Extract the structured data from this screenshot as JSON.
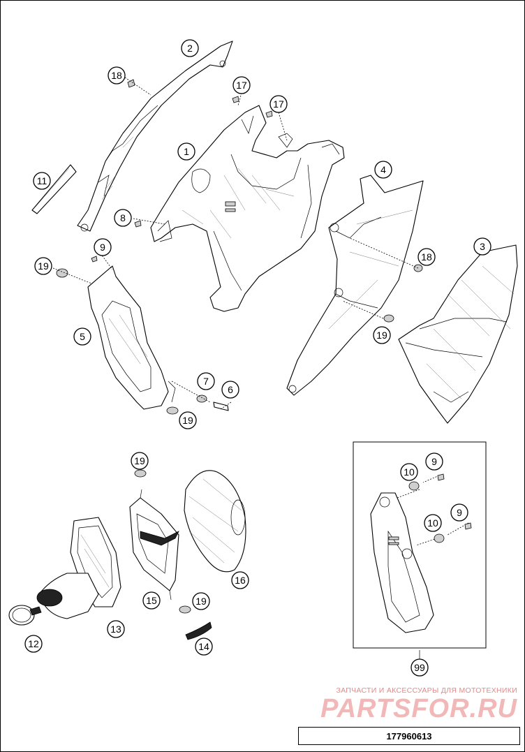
{
  "diagram": {
    "callouts": [
      {
        "id": "c2",
        "label": "2"
      },
      {
        "id": "c18a",
        "label": "18"
      },
      {
        "id": "c17a",
        "label": "17"
      },
      {
        "id": "c17b",
        "label": "17"
      },
      {
        "id": "c1",
        "label": "1"
      },
      {
        "id": "c4",
        "label": "4"
      },
      {
        "id": "c11",
        "label": "11"
      },
      {
        "id": "c8",
        "label": "8"
      },
      {
        "id": "c9a",
        "label": "9"
      },
      {
        "id": "c19a",
        "label": "19"
      },
      {
        "id": "c18b",
        "label": "18"
      },
      {
        "id": "c3",
        "label": "3"
      },
      {
        "id": "c19b",
        "label": "19"
      },
      {
        "id": "c5",
        "label": "5"
      },
      {
        "id": "c7",
        "label": "7"
      },
      {
        "id": "c6",
        "label": "6"
      },
      {
        "id": "c19c",
        "label": "19"
      },
      {
        "id": "c19d",
        "label": "19"
      },
      {
        "id": "c10a",
        "label": "10"
      },
      {
        "id": "c9b",
        "label": "9"
      },
      {
        "id": "c10b",
        "label": "10"
      },
      {
        "id": "c9c",
        "label": "9"
      },
      {
        "id": "c16",
        "label": "16"
      },
      {
        "id": "c15",
        "label": "15"
      },
      {
        "id": "c19e",
        "label": "19"
      },
      {
        "id": "c13",
        "label": "13"
      },
      {
        "id": "c12",
        "label": "12"
      },
      {
        "id": "c14",
        "label": "14"
      },
      {
        "id": "c99",
        "label": "99"
      }
    ]
  },
  "watermark": {
    "subtitle": "ЗАПЧАСТИ И АКСЕССУАРЫ ДЛЯ МОТОТЕХНИКИ",
    "brand": "PARTSFOR.RU"
  },
  "document_number": "177960613"
}
